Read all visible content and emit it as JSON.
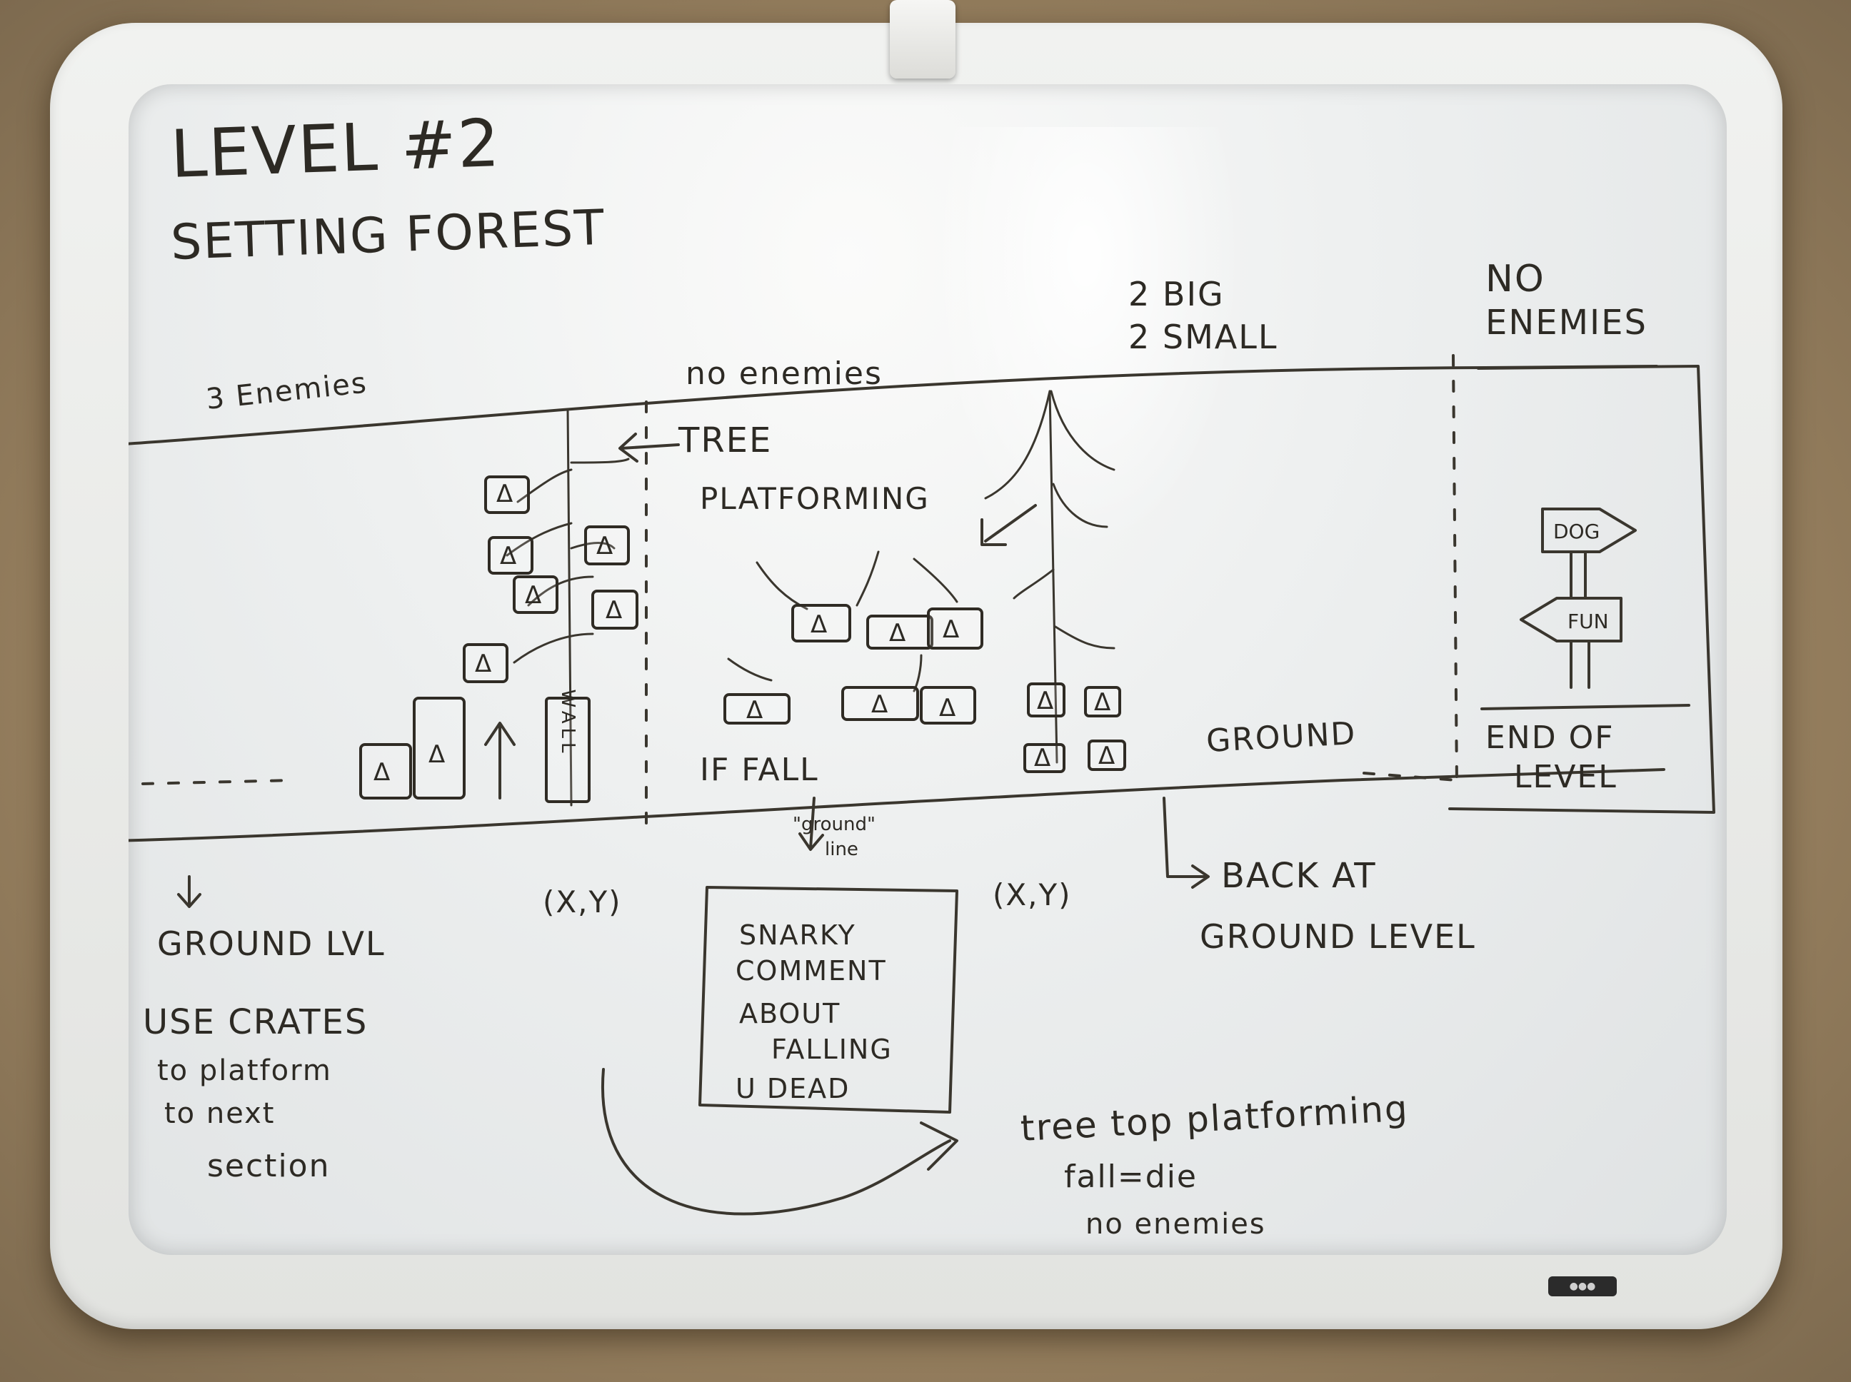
{
  "board": {
    "title": "LEVEL #2",
    "setting": "SETTING FOREST"
  },
  "top_notes": {
    "three_enemies": "3 Enemies",
    "no_enemies_tree": "no enemies",
    "two_big": "2 BIG",
    "two_small": "2 SMALL",
    "no_enemies_end_1": "NO",
    "no_enemies_end_2": "ENEMIES"
  },
  "level": {
    "tree_1": "TREE",
    "tree_2": "PLATFORMING",
    "crate_symbol": "Δ",
    "wall": "WALL",
    "if_fall": "IF FALL",
    "ground_line_1": "\"ground\"",
    "ground_line_2": "line",
    "ground": "GROUND",
    "sign_top": "DOG",
    "sign_bottom": "FUN",
    "end_1": "END OF",
    "end_2": "LEVEL"
  },
  "bottom_notes": {
    "xy_left": "(X,Y)",
    "xy_right": "(X,Y)",
    "ground_lvl": "GROUND LVL",
    "use_crates_1": "USE CRATES",
    "use_crates_2": "to platform",
    "use_crates_3": "to next",
    "use_crates_4": "section",
    "snarky_1": "SNARKY",
    "snarky_2": "COMMENT",
    "snarky_3": "ABOUT",
    "snarky_4": "FALLING",
    "snarky_5": "U DEAD",
    "back_1": "BACK AT",
    "back_2": "GROUND LEVEL",
    "treetop_1": "tree top platforming",
    "treetop_2": "fall=die",
    "treetop_3": "no enemies"
  },
  "colors": {
    "ink": "#2d2a24",
    "board": "#f2f3f3",
    "frame": "#ebebe8",
    "carpet": "#a38b68"
  }
}
